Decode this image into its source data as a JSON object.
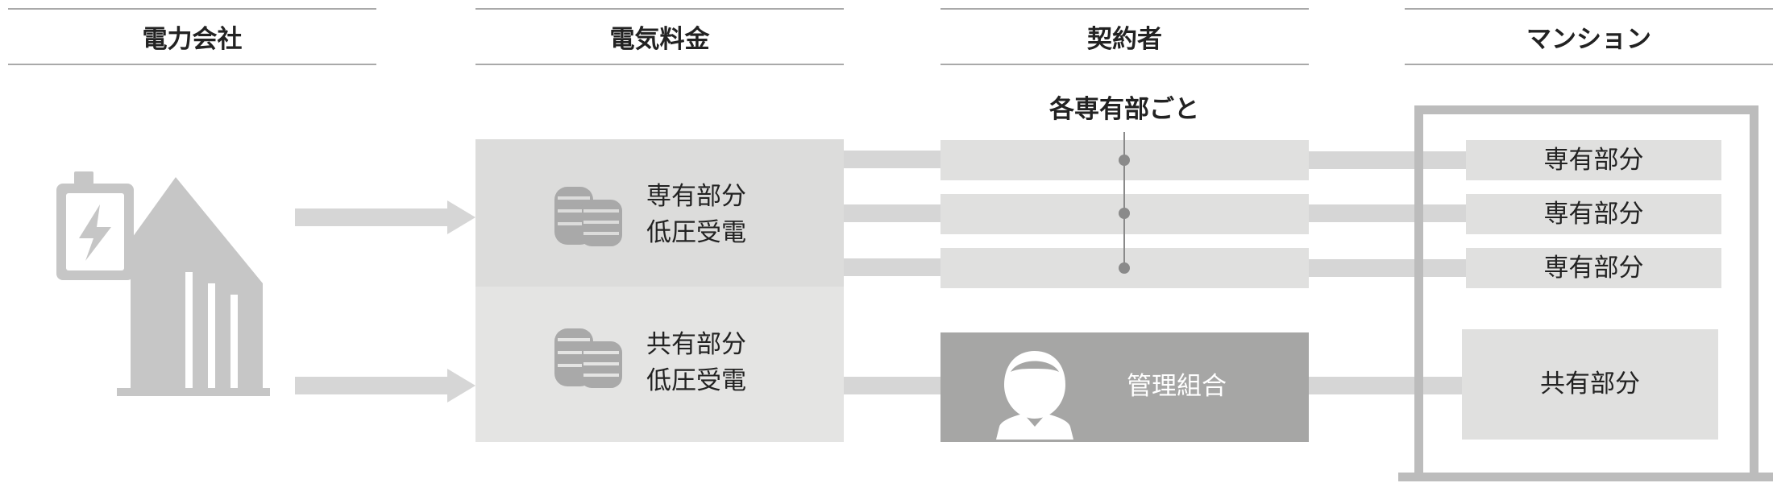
{
  "headers": {
    "power_company": "電力会社",
    "electricity_fee": "電気料金",
    "contractor": "契約者",
    "mansion": "マンション"
  },
  "fee": {
    "private_line1": "専有部分",
    "private_line2": "低圧受電",
    "common_line1": "共有部分",
    "common_line2": "低圧受電"
  },
  "contractor": {
    "per_unit_label": "各専有部ごと",
    "association_label": "管理組合"
  },
  "mansion": {
    "units": [
      "専有部分",
      "専有部分",
      "専有部分"
    ],
    "common": "共有部分"
  },
  "colors": {
    "header_line": "#a9a9a9",
    "panel_top": "#dcdcdb",
    "panel_bottom": "#e4e4e3",
    "band": "#e0e0df",
    "arrow": "#d6d6d6",
    "icon": "#bdbdbd",
    "association_fill": "#a6a6a5",
    "connector": "#8a8a8a",
    "frame": "#bcbcbc"
  },
  "icons": {
    "power_company": "battery-building-icon",
    "fee": "coin-stack-icon",
    "association": "person-icon"
  }
}
